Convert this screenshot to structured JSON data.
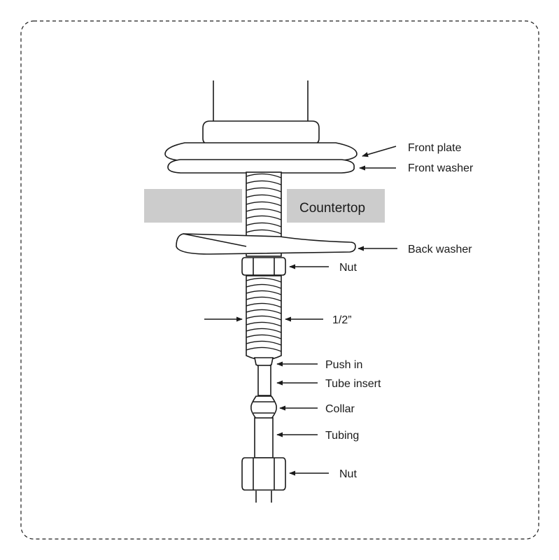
{
  "colors": {
    "line": "#1a1a1a",
    "countertop_fill": "#cccccc",
    "background": "#ffffff"
  },
  "labels": {
    "countertop": "Countertop",
    "front_plate": "Front plate",
    "front_washer": "Front washer",
    "back_washer": "Back washer",
    "nut_upper": "Nut",
    "thread_size": "1/2”",
    "push_in": "Push in",
    "tube_insert": "Tube insert",
    "collar": "Collar",
    "tubing": "Tubing",
    "nut_lower": "Nut"
  }
}
